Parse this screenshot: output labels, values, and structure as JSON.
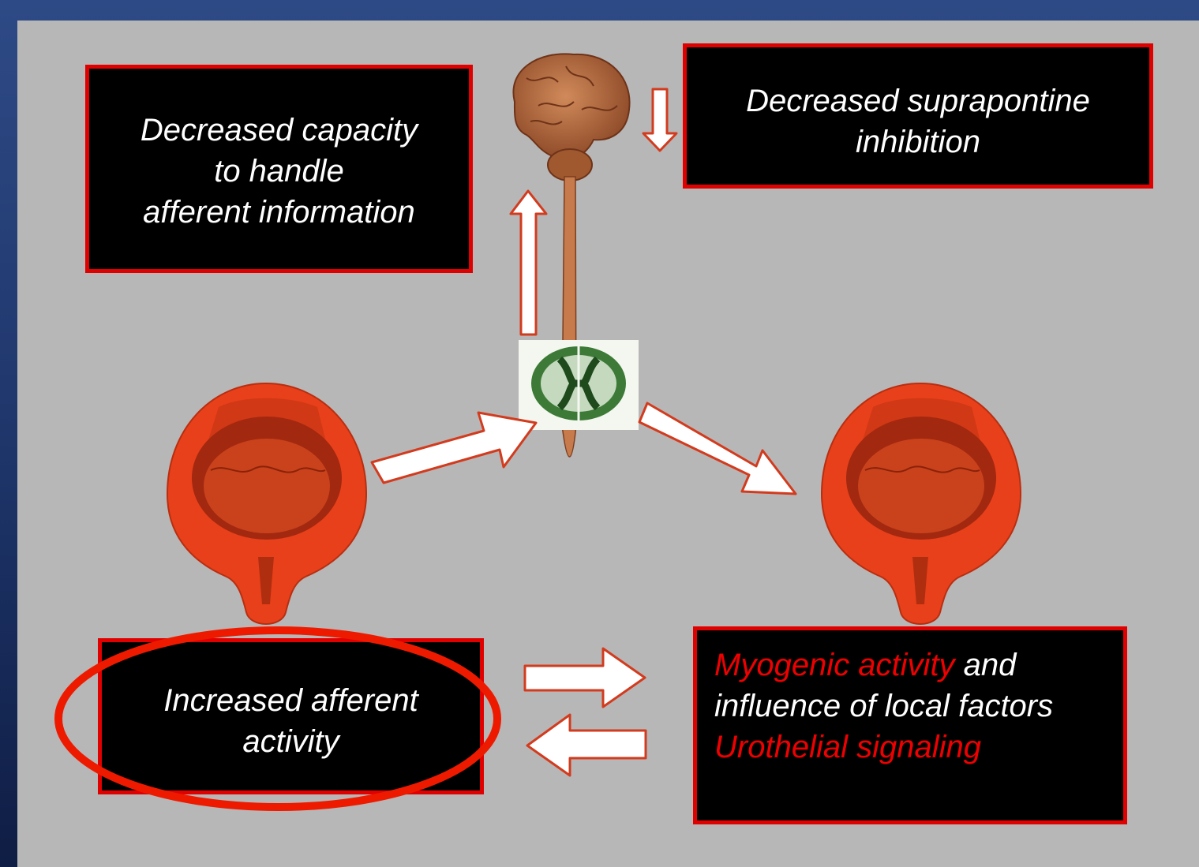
{
  "boxes": {
    "top_left": [
      "Decreased capacity",
      "to handle",
      "afferent information"
    ],
    "top_right": [
      "Decreased suprapontine",
      "inhibition"
    ],
    "bottom_left": [
      "Increased afferent",
      "activity"
    ],
    "bottom_right": {
      "line1_red": "Myogenic activity",
      "line1_white": " and",
      "line2": "influence of local factors",
      "line3_red": "Urothelial signaling"
    }
  },
  "colors": {
    "slide_bg": "#b7b7b7",
    "box_bg": "#000000",
    "box_border": "#e00000",
    "highlight_red": "#ee0000",
    "bladder": "#e8401a",
    "spinal_section": "#2f6a2a",
    "brain": "#b3673e"
  },
  "icons": [
    "brain-icon",
    "spinal-cord-section-icon",
    "bladder-icon",
    "arrow-icon"
  ]
}
